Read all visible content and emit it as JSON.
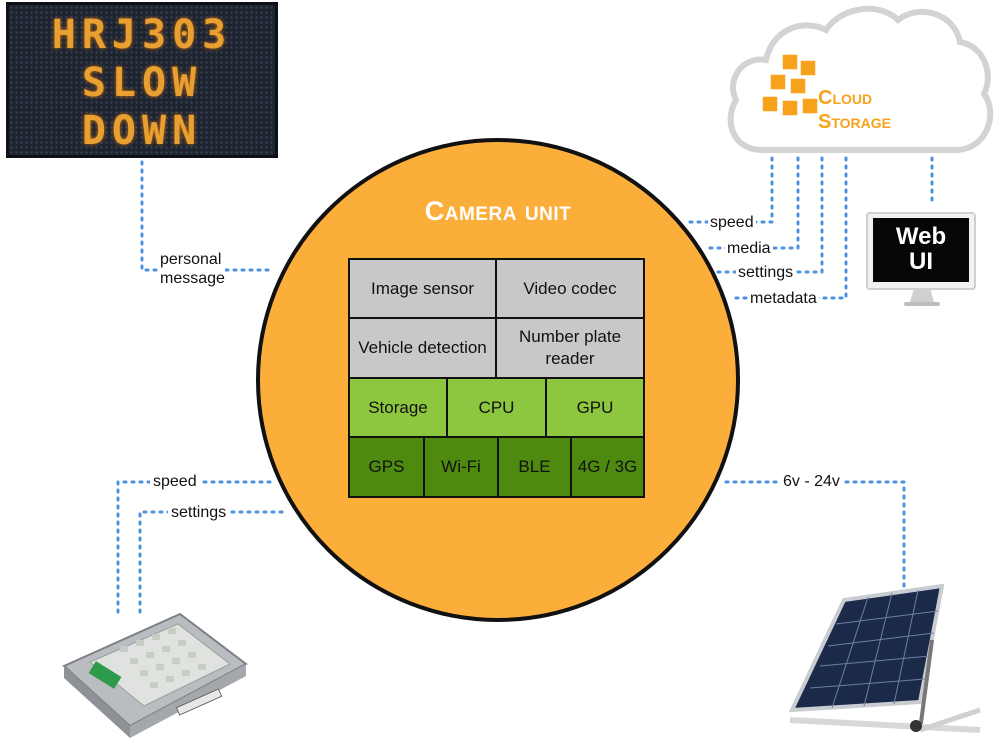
{
  "sign": {
    "line1": "HRJ303",
    "line2": "SLOW",
    "line3": "DOWN"
  },
  "camera": {
    "title": "Camera unit",
    "rows": [
      [
        "Image sensor",
        "Video codec"
      ],
      [
        "Vehicle detection",
        "Number plate reader"
      ],
      [
        "Storage",
        "CPU",
        "GPU"
      ],
      [
        "GPS",
        "Wi-Fi",
        "BLE",
        "4G / 3G"
      ]
    ]
  },
  "cloud": {
    "line1": "Cloud",
    "line2": "Storage"
  },
  "web_ui": {
    "line1": "Web",
    "line2": "UI"
  },
  "links": {
    "personal_message": [
      "personal",
      "message"
    ],
    "cloud_speed": "speed",
    "cloud_media": "media",
    "cloud_settings": "settings",
    "cloud_metadata": "metadata",
    "radar_speed": "speed",
    "radar_settings": "settings",
    "power": "6v - 24v"
  },
  "colors": {
    "camera_fill": "#fbaf3a",
    "gray_cell": "#c8c8c8",
    "light_green_cell": "#8dc63f",
    "dark_green_cell": "#4e8a0f",
    "connector_dots": "#4a90e2",
    "cloud_accent": "#f7a21b"
  },
  "icons": [
    "led-sign-icon",
    "cloud-icon",
    "aws-cubes-icon",
    "monitor-icon",
    "radar-board-icon",
    "solar-panel-icon"
  ]
}
